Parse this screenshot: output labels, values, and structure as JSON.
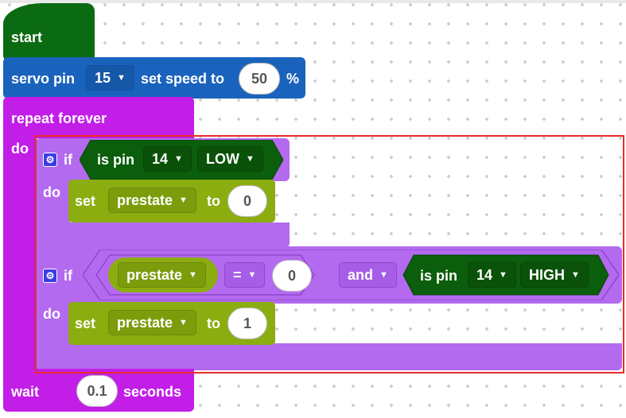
{
  "start": {
    "label": "start"
  },
  "servo": {
    "prefix": "servo pin",
    "pin": "15",
    "mid": "set speed to",
    "speed": "50",
    "unit": "%"
  },
  "repeat": {
    "label": "repeat forever",
    "do": "do"
  },
  "if1": {
    "if_label": "if",
    "do_label": "do",
    "cond": {
      "label": "is pin",
      "pin": "14",
      "level": "LOW"
    },
    "set": {
      "label": "set",
      "var": "prestate",
      "to": "to",
      "value": "0"
    }
  },
  "if2": {
    "if_label": "if",
    "do_label": "do",
    "cmp": {
      "var": "prestate",
      "op": "=",
      "value": "0"
    },
    "logic": "and",
    "cond": {
      "label": "is pin",
      "pin": "14",
      "level": "HIGH"
    },
    "set": {
      "label": "set",
      "var": "prestate",
      "to": "to",
      "value": "1"
    }
  },
  "wait": {
    "label": "wait",
    "value": "0.1",
    "unit": "seconds"
  },
  "colors": {
    "event": "#0b6b12",
    "servo": "#1a63bd",
    "loop": "#c21ee8",
    "logic": "#b36aef",
    "variable": "#8bad10",
    "pin": "#0b5e0b"
  }
}
